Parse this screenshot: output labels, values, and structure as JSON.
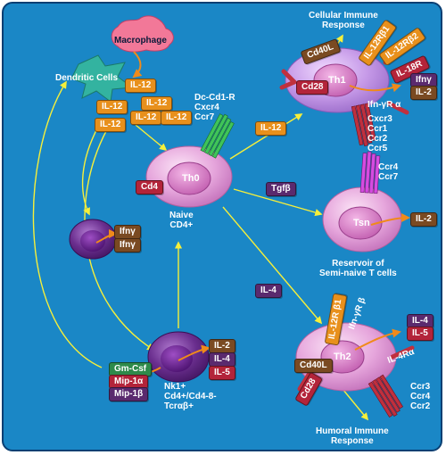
{
  "cells": {
    "macrophage": "Macrophage",
    "dendritic": "Dendritic Cells",
    "th0": "Th0",
    "naive": "Naive\nCD4+",
    "th1": "Th1",
    "th2": "Th2",
    "tsn": "Tsn",
    "reservoir": "Reservoir of\nSemi-naive T cells",
    "cellular": "Cellular Immune\nResponse",
    "humoral": "Humoral Immune\nResponse",
    "nk1": "Nk1+\nCd4+/Cd4-8-\nTcrαβ+"
  },
  "dc_markers": "Dc-Cd1-R\nCxcr4\nCcr7",
  "th1_receptors": "Cxcr3\nCcr1\nCcr2\nCcr5",
  "tsn_receptors": "Ccr4\nCcr7",
  "th2_receptors": "Ccr3\nCcr4\nCcr2",
  "tags": {
    "il12_a": "IL-12",
    "il12_b": "IL-12",
    "il12_c": "IL-12",
    "il12_d": "IL-12",
    "il12_e": "IL-12",
    "il12_mid": "IL-12",
    "cd4": "Cd4",
    "tgfb": "Tgfβ",
    "il4_mid": "IL-4",
    "ifng_1": "Ifnγ",
    "ifng_2": "Ifnγ",
    "nk_il2": "IL-2",
    "nk_il4": "IL-4",
    "nk_il5": "IL-5",
    "gmcsf": "Gm-Csf",
    "mip1a": "Mip-1α",
    "mip1b": "Mip-1β",
    "th1_cd40l": "Cd40L",
    "th1_cd28": "Cd28",
    "th1_il12rb1": "IL-12Rβ1",
    "th1_il12rb2": "IL-12Rβ2",
    "th1_il18r": "IL-18R",
    "th1_ifng": "Ifnγ",
    "th1_il2": "IL-2",
    "th1_ifngra": "Ifn-γR α",
    "tsn_il2": "IL-2",
    "th2_il12r": "IL-12R β1",
    "th2_ifngr": "Ifn-γR β",
    "th2_il4": "IL-4",
    "th2_il5": "IL-5",
    "th2_il4ra": "IL-4Rα",
    "th2_cd40l": "Cd40L",
    "th2_cd28": "Cd28"
  }
}
